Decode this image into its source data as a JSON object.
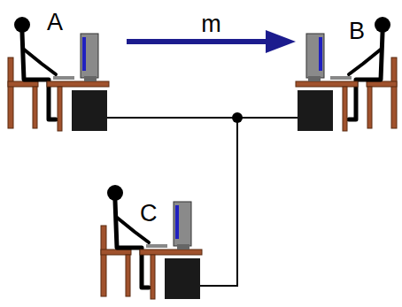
{
  "diagram": {
    "nodes": [
      {
        "text": [
          "A"
        ]
      },
      {
        "text": [
          "B"
        ]
      },
      {
        "text": [
          "C"
        ]
      }
    ],
    "edges": [
      {
        "from": 0,
        "to": 1,
        "label": "m",
        "arrow": "to"
      },
      {
        "from": 0,
        "to": 1,
        "arrow": "none"
      },
      {
        "from": 0,
        "to": 2,
        "arrow": "none"
      },
      {
        "from": 1,
        "to": 2,
        "arrow": "none"
      }
    ]
  }
}
